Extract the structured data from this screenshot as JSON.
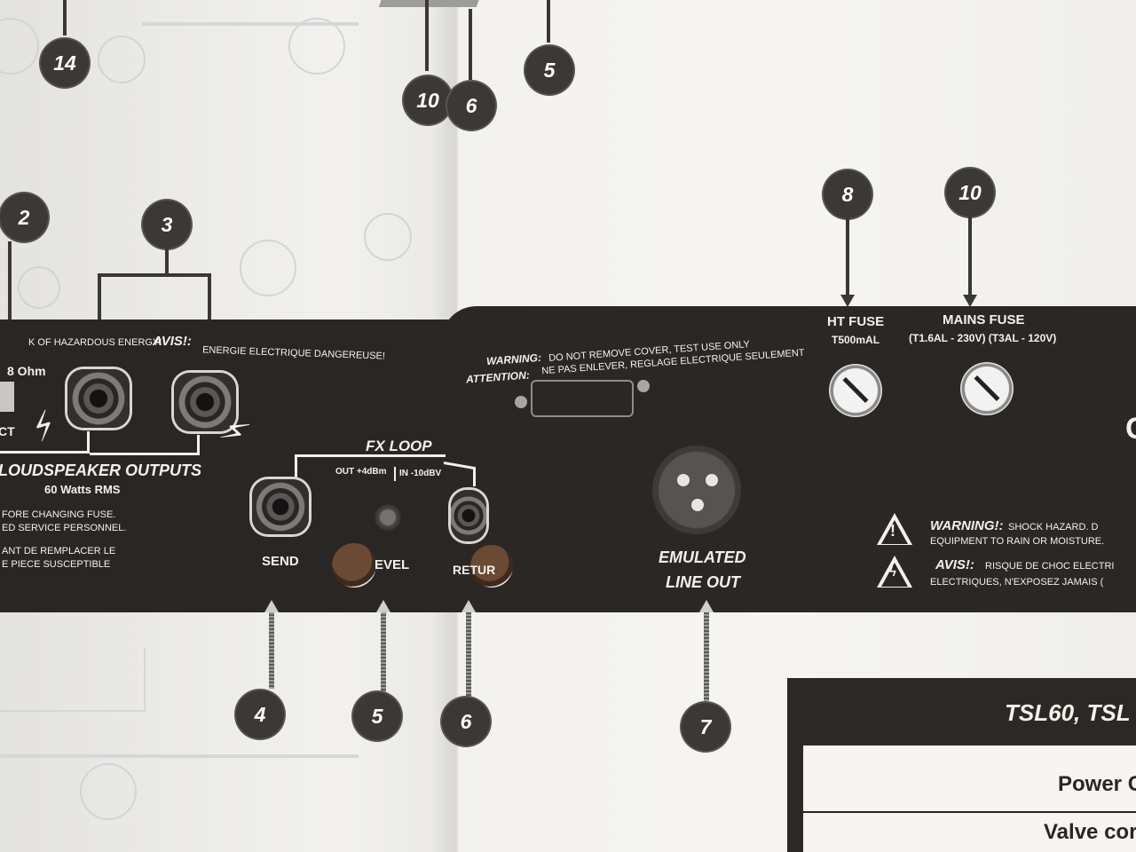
{
  "callouts": {
    "c14": "14",
    "c10_top": "10",
    "c6_top": "6",
    "c5_top": "5",
    "c2": "2",
    "c3": "3",
    "c8": "8",
    "c10": "10",
    "c4": "4",
    "c5": "5",
    "c6": "6",
    "c7": "7"
  },
  "left_panel": {
    "hazard_text": "K OF HAZARDOUS ENERGY!",
    "avis_label": "AVIS!:",
    "avis_text": "ENERGIE ELECTRIQUE DANGEREUSE!",
    "ohm_label": "8 Ohm",
    "ct_fragment": "CT",
    "outputs_title": "LOUDSPEAKER OUTPUTS",
    "outputs_sub": "60 Watts RMS",
    "fuse_line1": "FORE CHANGING FUSE.",
    "fuse_line2": "ED SERVICE PERSONNEL.",
    "fr_line1": "ANT DE REMPLACER LE",
    "fr_line2": "E PIECE SUSCEPTIBLE",
    "fx_loop": "FX LOOP",
    "out_level": "OUT +4dBm",
    "in_level": "IN -10dBV",
    "send": "SEND",
    "level": "EVEL",
    "return": "RETUR"
  },
  "right_panel": {
    "warning_label": "WARNING:",
    "warning_text": "DO NOT REMOVE COVER, TEST USE ONLY",
    "attention_label": "ATTENTION:",
    "attention_text": "NE PAS ENLEVER, REGLAGE ELECTRIQUE SEULEMENT",
    "ht_fuse": "HT FUSE",
    "ht_rating": "T500mAL",
    "mains_fuse": "MAINS FUSE",
    "mains_rating": "(T1.6AL - 230V) (T3AL - 120V)",
    "emulated": "EMULATED",
    "line_out": "LINE OUT",
    "warning2_label": "WARNING!:",
    "warning2_text": "SHOCK HAZARD. D",
    "warning2_line2": "EQUIPMENT TO RAIN OR MOISTURE.",
    "avis2_label": "AVIS!:",
    "avis2_text": "RISQUE DE CHOC ELECTRI",
    "avis2_line2": "ELECTRIQUES, N'EXPOSEZ JAMAIS (",
    "c_fragment": "C"
  },
  "title_box": {
    "model": "TSL60, TSL",
    "row1": "Power C",
    "row2": "Valve cor"
  }
}
